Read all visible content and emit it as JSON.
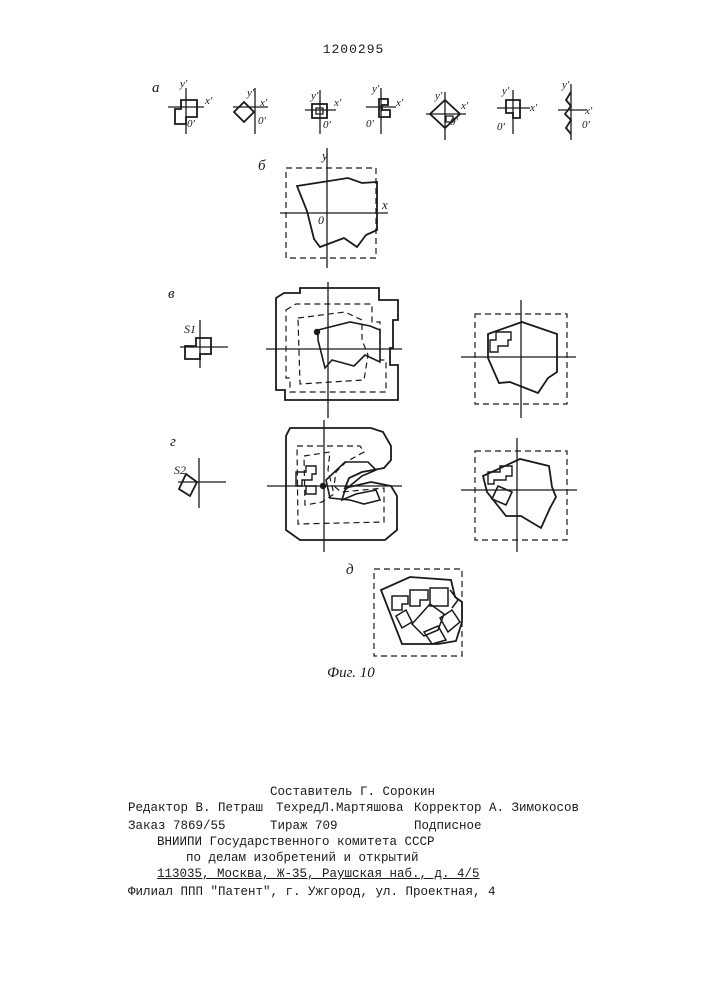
{
  "patent_number": "1200295",
  "figure": {
    "caption": "Фиг. 10",
    "row_labels": {
      "a": "а",
      "b": "б",
      "v": "в",
      "g": "г",
      "d": "д"
    },
    "axis_labels": {
      "x": "x",
      "y": "y",
      "o": "0",
      "xp": "x'",
      "yp": "y'",
      "op": "0'"
    },
    "shape_labels": {
      "s1": "S1",
      "s2": "S2"
    }
  },
  "footer": {
    "compiler": "Составитель Г. Сорокин",
    "editor": "Редактор В. Петраш",
    "techred": "ТехредЛ.Мартяшова",
    "corrector": "Корректор А. Зимокосов",
    "order": "Заказ 7869/55",
    "circulation": "Тираж 709",
    "subscription": "Подписное",
    "org_line1": "ВНИИПИ Государственного комитета СССР",
    "org_line2": "по делам изобретений и открытий",
    "address": "113035, Москва, Ж-35, Раушская наб., д. 4/5",
    "branch": "Филиал ППП \"Патент\", г. Ужгород, ул. Проектная, 4"
  }
}
